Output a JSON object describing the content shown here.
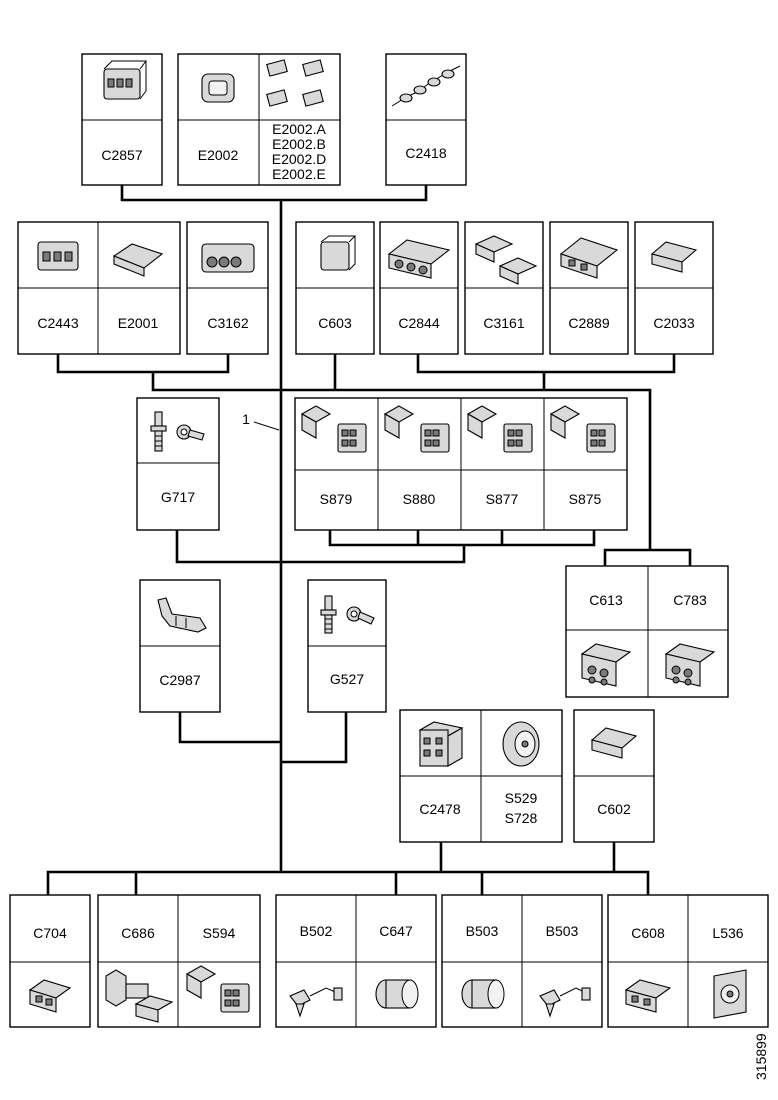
{
  "labels": {
    "c2857": "C2857",
    "e2002": "E2002",
    "e2002_a": "E2002.A",
    "e2002_b": "E2002.B",
    "e2002_d": "E2002.D",
    "e2002_e": "E2002.E",
    "c2418": "C2418",
    "c2443": "C2443",
    "e2001": "E2001",
    "c3162": "C3162",
    "c603": "C603",
    "c2844": "C2844",
    "c3161": "C3161",
    "c2889": "C2889",
    "c2033": "C2033",
    "g717": "G717",
    "s879": "S879",
    "s880": "S880",
    "s877": "S877",
    "s875": "S875",
    "c613": "C613",
    "c783": "C783",
    "c2987": "C2987",
    "g527": "G527",
    "c2478": "C2478",
    "s529": "S529",
    "s728": "S728",
    "c602": "C602",
    "c704": "C704",
    "c686": "C686",
    "s594": "S594",
    "b502": "B502",
    "c647": "C647",
    "b503_a": "B503",
    "b503_b": "B503",
    "c608": "C608",
    "l536": "L536"
  },
  "callout": "1",
  "figure_number": "315899"
}
